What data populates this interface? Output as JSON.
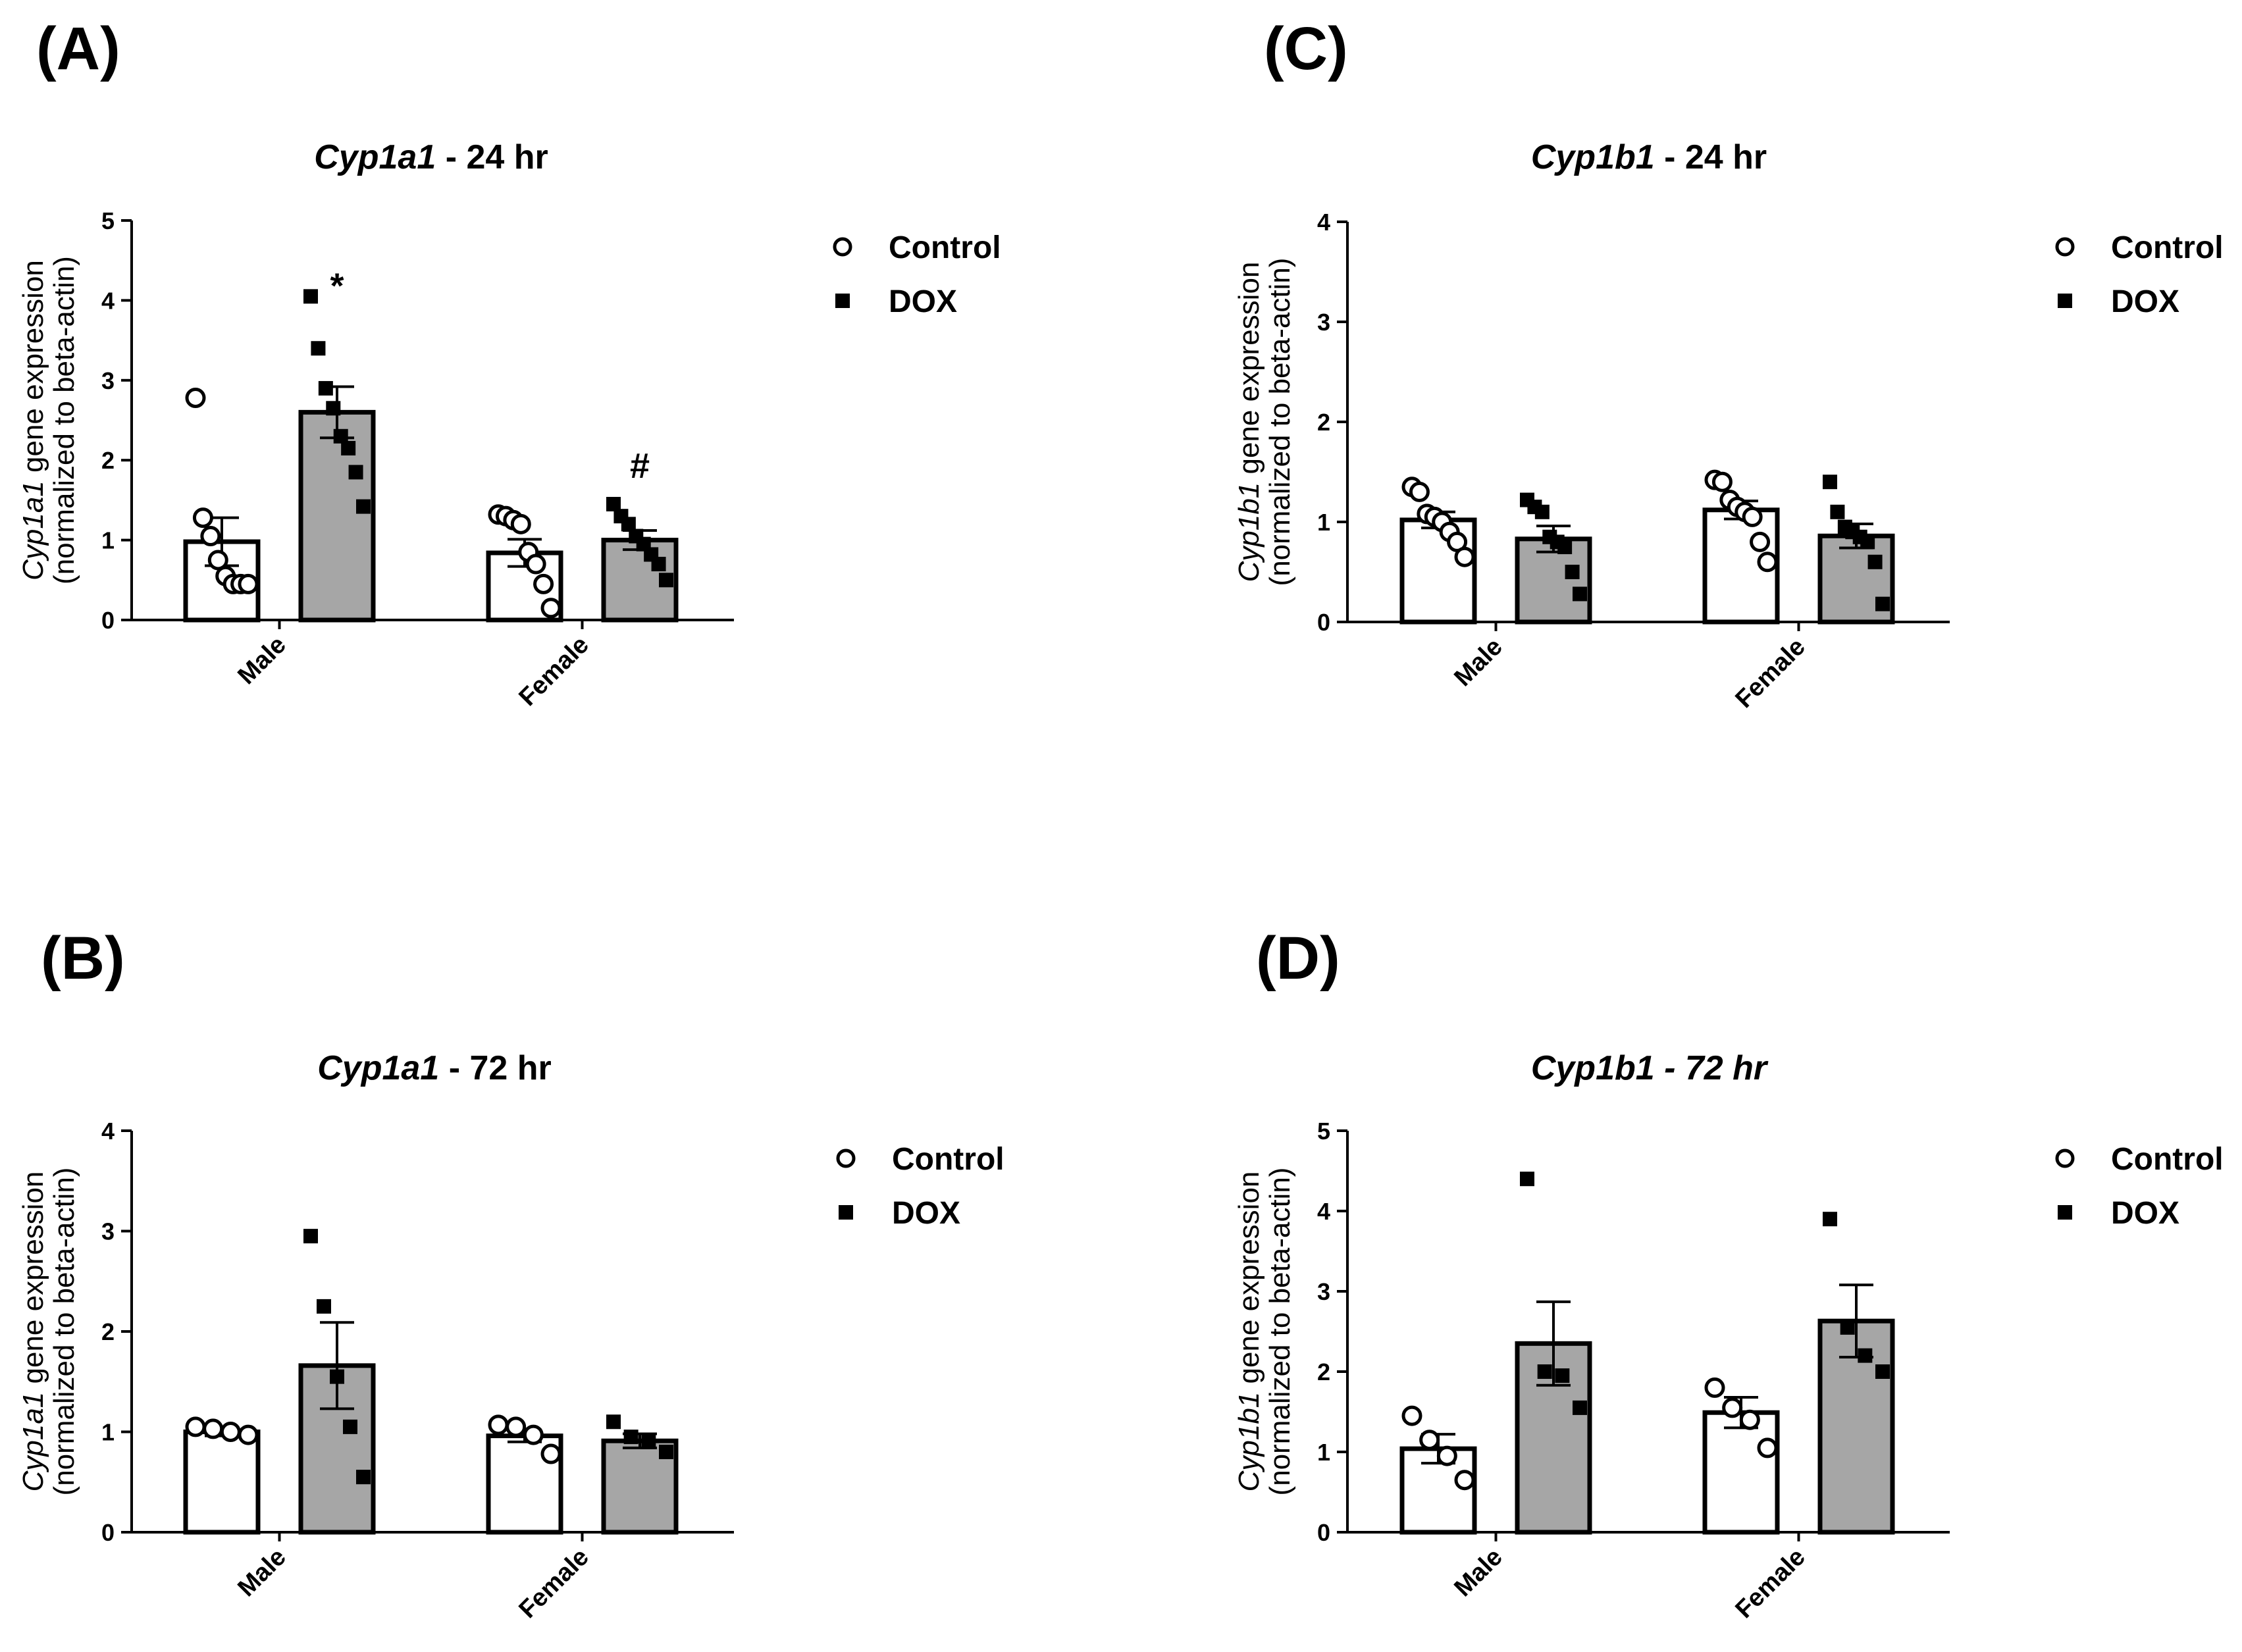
{
  "legend": {
    "control": "Control",
    "dox": "DOX"
  },
  "colors": {
    "control_fill": "#ffffff",
    "dox_fill": "#a6a6a6",
    "line": "#000000"
  },
  "chart_data": [
    {
      "panel": "(A)",
      "type": "bar",
      "title_italic": "Cyp1a1",
      "title_rest": " - 24 hr",
      "ylabel_italic": "Cyp1a1",
      "ylabel_rest": " gene expression",
      "ylabel2": "(normalized to beta-actin)",
      "ylim": [
        0,
        5
      ],
      "yticks": [
        "0",
        "1",
        "2",
        "3",
        "4",
        "5"
      ],
      "categories": [
        "Male",
        "Female"
      ],
      "series": [
        {
          "name": "Control",
          "values": [
            0.98,
            0.84
          ],
          "sem": [
            0.3,
            0.17
          ],
          "points": [
            [
              2.78,
              1.28,
              1.05,
              0.75,
              0.55,
              0.45,
              0.45,
              0.45
            ],
            [
              1.32,
              1.3,
              1.25,
              1.2,
              0.85,
              0.7,
              0.45,
              0.15
            ]
          ]
        },
        {
          "name": "DOX",
          "values": [
            2.6,
            1.0
          ],
          "sem": [
            0.32,
            0.12
          ],
          "points": [
            [
              4.05,
              3.4,
              2.9,
              2.65,
              2.3,
              2.15,
              1.85,
              1.42
            ],
            [
              1.45,
              1.3,
              1.2,
              1.05,
              0.95,
              0.82,
              0.7,
              0.5
            ]
          ]
        }
      ],
      "annotations": [
        {
          "text": "*",
          "category": 0,
          "series": 1
        },
        {
          "text": "#",
          "category": 1,
          "series": 1
        }
      ]
    },
    {
      "panel": "(B)",
      "type": "bar",
      "title_italic": "Cyp1a1",
      "title_rest": " - 72 hr",
      "ylabel_italic": "Cyp1a1",
      "ylabel_rest": " gene expression",
      "ylabel2": "(normalized to beta-actin)",
      "ylim": [
        0,
        4
      ],
      "yticks": [
        "0",
        "1",
        "2",
        "3",
        "4"
      ],
      "categories": [
        "Male",
        "Female"
      ],
      "series": [
        {
          "name": "Control",
          "values": [
            1.0,
            0.96
          ],
          "sem": [
            0.04,
            0.06
          ],
          "points": [
            [
              1.05,
              1.03,
              1.0,
              0.97
            ],
            [
              1.07,
              1.05,
              0.97,
              0.78
            ]
          ]
        },
        {
          "name": "DOX",
          "values": [
            1.66,
            0.91
          ],
          "sem": [
            0.43,
            0.07
          ],
          "points": [
            [
              2.95,
              2.25,
              1.55,
              1.05,
              0.55
            ],
            [
              1.1,
              0.95,
              0.9,
              0.8
            ]
          ]
        }
      ],
      "annotations": []
    },
    {
      "panel": "(C)",
      "type": "bar",
      "title_italic": "Cyp1b1",
      "title_rest": " - 24 hr",
      "ylabel_italic": "Cyp1b1",
      "ylabel_rest": " gene expression",
      "ylabel2": "(normalized to beta-actin)",
      "ylim": [
        0,
        4
      ],
      "yticks": [
        "0",
        "1",
        "2",
        "3",
        "4"
      ],
      "categories": [
        "Male",
        "Female"
      ],
      "series": [
        {
          "name": "Control",
          "values": [
            1.02,
            1.12
          ],
          "sem": [
            0.08,
            0.09
          ],
          "points": [
            [
              1.35,
              1.3,
              1.08,
              1.05,
              1.0,
              0.9,
              0.8,
              0.65
            ],
            [
              1.42,
              1.4,
              1.22,
              1.15,
              1.1,
              1.05,
              0.8,
              0.6
            ]
          ]
        },
        {
          "name": "DOX",
          "values": [
            0.83,
            0.86
          ],
          "sem": [
            0.13,
            0.12
          ],
          "points": [
            [
              1.22,
              1.15,
              1.1,
              0.85,
              0.8,
              0.75,
              0.5,
              0.28
            ],
            [
              1.4,
              1.1,
              0.95,
              0.9,
              0.85,
              0.8,
              0.6,
              0.18
            ]
          ]
        }
      ],
      "annotations": []
    },
    {
      "panel": "(D)",
      "type": "bar",
      "title_italic": "Cyp1b1 - 72 hr",
      "title_rest": "",
      "ylabel_italic": "Cyp1b1",
      "ylabel_rest": " gene expression",
      "ylabel2": "(normalized to beta-actin)",
      "ylim": [
        0,
        5
      ],
      "yticks": [
        "0",
        "1",
        "2",
        "3",
        "4",
        "5"
      ],
      "categories": [
        "Male",
        "Female"
      ],
      "series": [
        {
          "name": "Control",
          "values": [
            1.04,
            1.49
          ],
          "sem": [
            0.18,
            0.19
          ],
          "points": [
            [
              1.45,
              1.15,
              0.95,
              0.65
            ],
            [
              1.8,
              1.55,
              1.4,
              1.05
            ]
          ]
        },
        {
          "name": "DOX",
          "values": [
            2.35,
            2.63
          ],
          "sem": [
            0.52,
            0.45
          ],
          "points": [
            [
              4.4,
              2.0,
              1.95,
              1.55
            ],
            [
              3.9,
              2.55,
              2.2,
              2.0
            ]
          ]
        }
      ],
      "annotations": []
    }
  ]
}
